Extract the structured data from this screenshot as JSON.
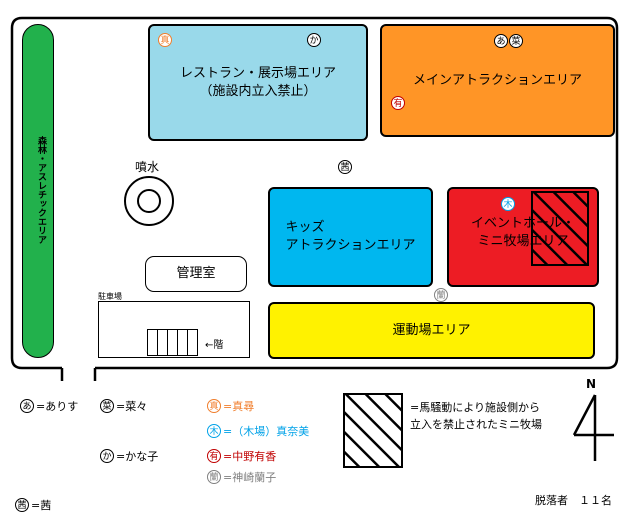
{
  "map": {
    "areas": {
      "forest": "森林・アスレチックエリア",
      "restaurant_line1": "レストラン・展示場エリア",
      "restaurant_line2": "（施設内立入禁止）",
      "main_attraction": "メインアトラクションエリア",
      "kids_line1": "キッズ",
      "kids_line2": "アトラクションエリア",
      "event_line1": "イベントホール・",
      "event_line2": "ミニ牧場エリア",
      "sports": "運動場エリア",
      "office": "管理室",
      "fountain": "噴水",
      "parking": "駐車場",
      "stairs": "←階"
    },
    "markers": {
      "arisu": "あ",
      "nana": "菜",
      "kanako": "か",
      "akane": "茜",
      "mahiro": "真",
      "masami": "木",
      "arika": "有",
      "ranko": "蘭"
    },
    "colors": {
      "forest": "#22b14c",
      "restaurant": "#99d9ea",
      "main_attraction": "#ff9526",
      "kids": "#00b7ef",
      "event": "#ed1c24",
      "sports": "#fff200",
      "mahiro": "#f07e2c",
      "masami": "#00a2e8",
      "arika": "#c00000",
      "ranko": "#808080"
    }
  },
  "legend": {
    "arisu": "=ありす",
    "nana": "=菜々",
    "kanako": "=かな子",
    "akane": "=茜",
    "mahiro": "=真尋",
    "masami": "=（木場）真奈美",
    "arika": "=中野有香",
    "ranko": "=神崎蘭子",
    "hatch_line1": "=馬騒動により施設側から",
    "hatch_line2": "立入を禁止されたミニ牧場"
  },
  "compass_label": "N",
  "dropout": "脱落者　１１名"
}
